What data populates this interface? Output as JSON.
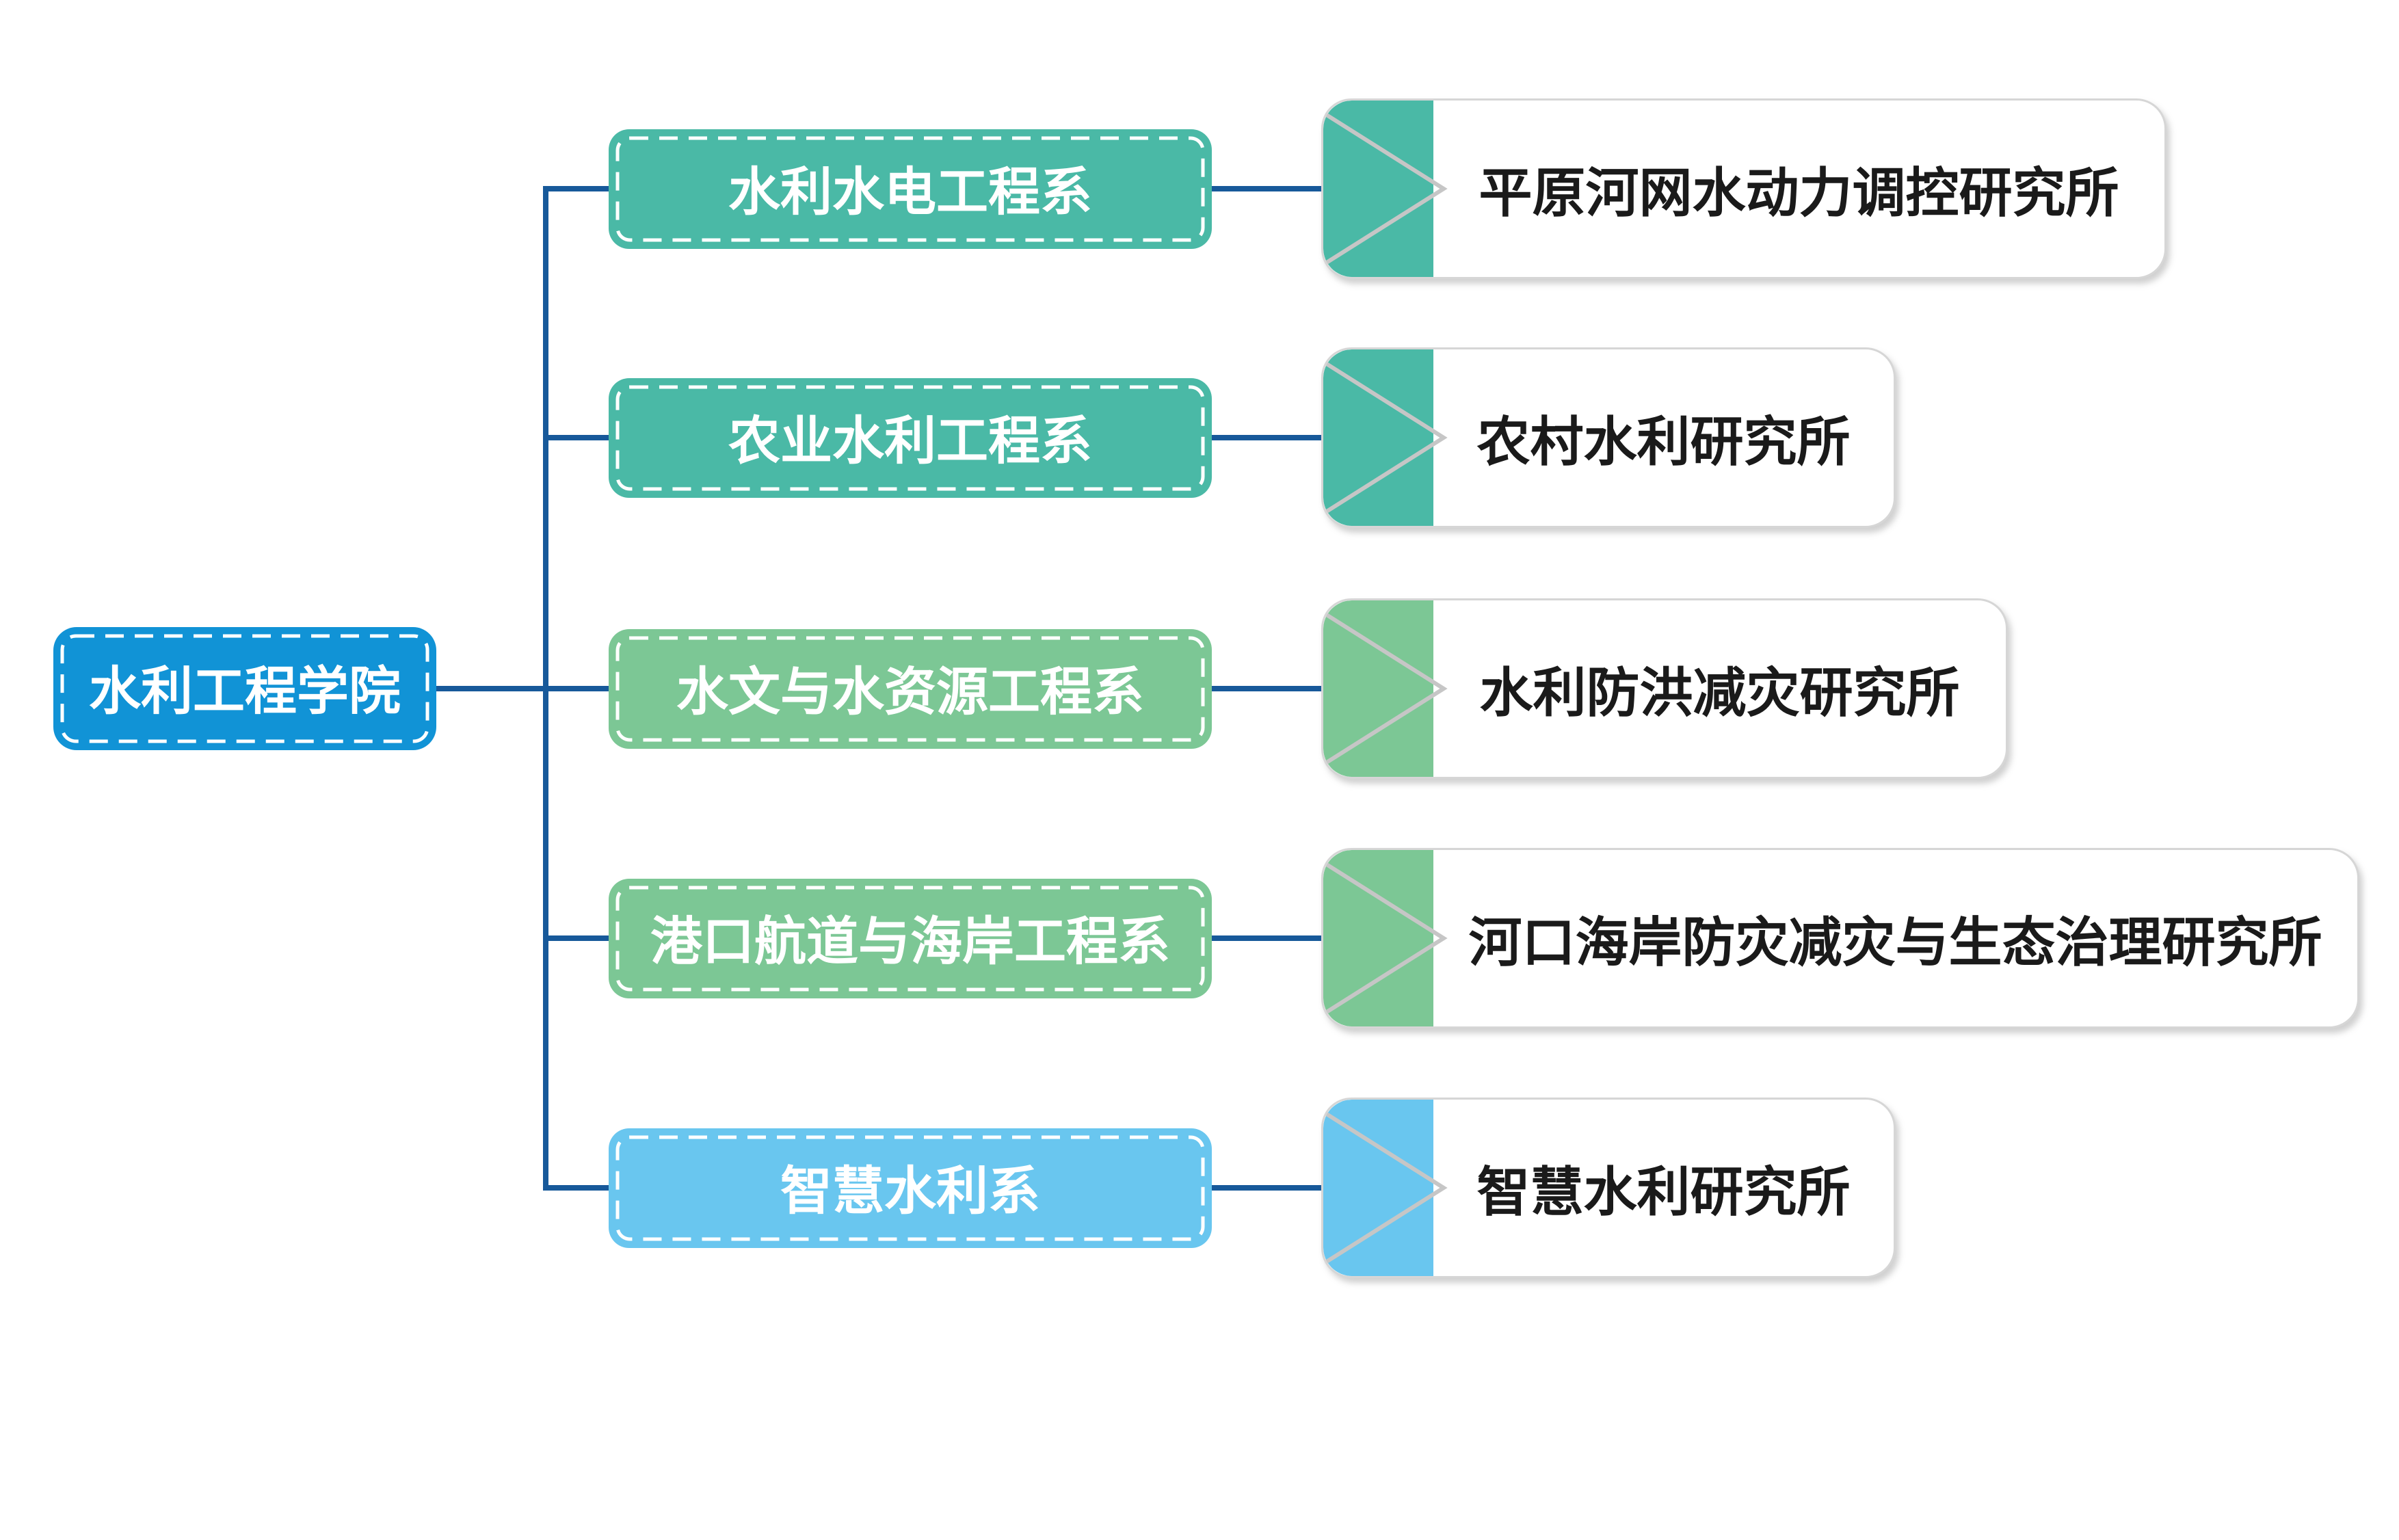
{
  "diagram": {
    "type": "org-chart",
    "root": {
      "label": "水利工程学院"
    },
    "branches": [
      {
        "department": "水利水电工程系",
        "institute": "平原河网水动力调控研究所",
        "color": "#4AB9A6"
      },
      {
        "department": "农业水利工程系",
        "institute": "农村水利研究所",
        "color": "#4AB9A6"
      },
      {
        "department": "水文与水资源工程系",
        "institute": "水利防洪减灾研究所",
        "color": "#7CC795"
      },
      {
        "department": "港口航道与海岸工程系",
        "institute": "河口海岸防灾减灾与生态治理研究所",
        "color": "#7CC795"
      },
      {
        "department": "智慧水利系",
        "institute": "智慧水利研究所",
        "color": "#69C6EF"
      }
    ],
    "palette": {
      "root_fill": "#1193D6",
      "teal_fill": "#4AB9A6",
      "green_fill": "#7CC795",
      "light_blue_fill": "#69C6EF",
      "connector_line": "#17599A",
      "node_text": "#FFFFFF",
      "institute_text": "#1A1A1A",
      "institute_border": "#D6D6D6",
      "chevron_line": "#C6C6C6",
      "dashed_inner_border": "#FFFFFF",
      "background": "#FFFFFF"
    }
  }
}
